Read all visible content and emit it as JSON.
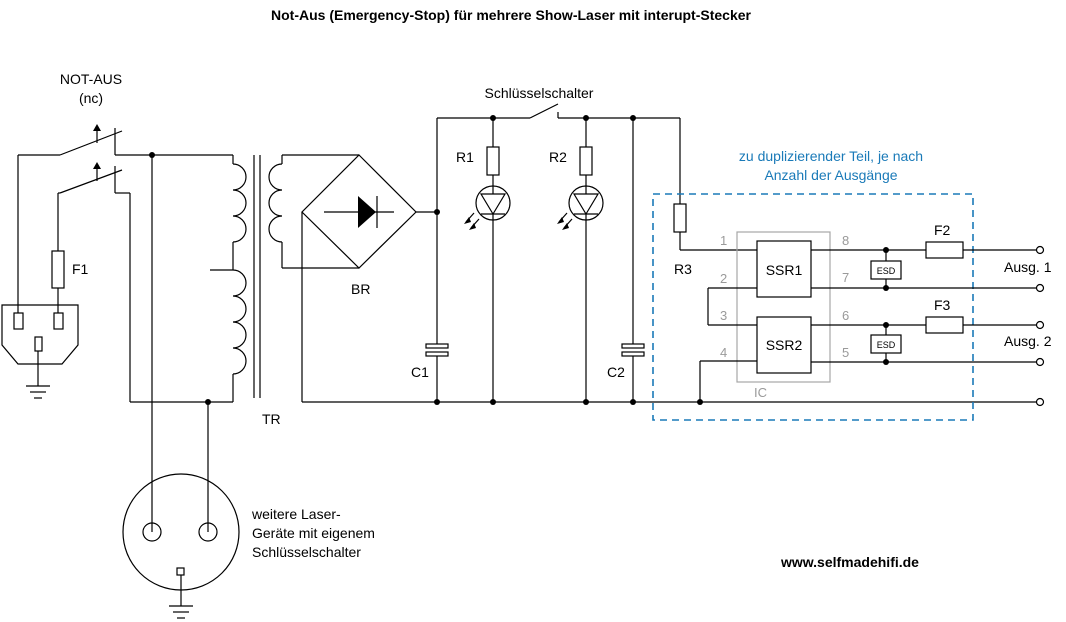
{
  "title": "Not-Aus (Emergency-Stop) für mehrere Show-Laser mit interupt-Stecker",
  "credit": "www.selfmadehifi.de",
  "notaus": {
    "line1": "NOT-AUS",
    "line2": "(nc)"
  },
  "key_switch_label": "Schlüsselschalter",
  "duplicate_note": {
    "line1": "zu duplizierender Teil, je nach",
    "line2": "Anzahl der Ausgänge"
  },
  "laser_note": {
    "line1": "weitere Laser-",
    "line2": "Geräte mit eigenem",
    "line3": "Schlüsselschalter"
  },
  "components": {
    "F1": "F1",
    "F2": "F2",
    "F3": "F3",
    "R1": "R1",
    "R2": "R2",
    "R3": "R3",
    "C1": "C1",
    "C2": "C2",
    "BR": "BR",
    "TR": "TR",
    "IC": "IC",
    "SSR1": "SSR1",
    "SSR2": "SSR2",
    "ESD": "ESD"
  },
  "pins": {
    "p1": "1",
    "p2": "2",
    "p3": "3",
    "p4": "4",
    "p5": "5",
    "p6": "6",
    "p7": "7",
    "p8": "8"
  },
  "outputs": {
    "out1": "Ausg. 1",
    "out2": "Ausg. 2"
  },
  "colors": {
    "wire": "#000000",
    "box": "#1a7ab8",
    "ic_outline": "#a6a6a6"
  }
}
